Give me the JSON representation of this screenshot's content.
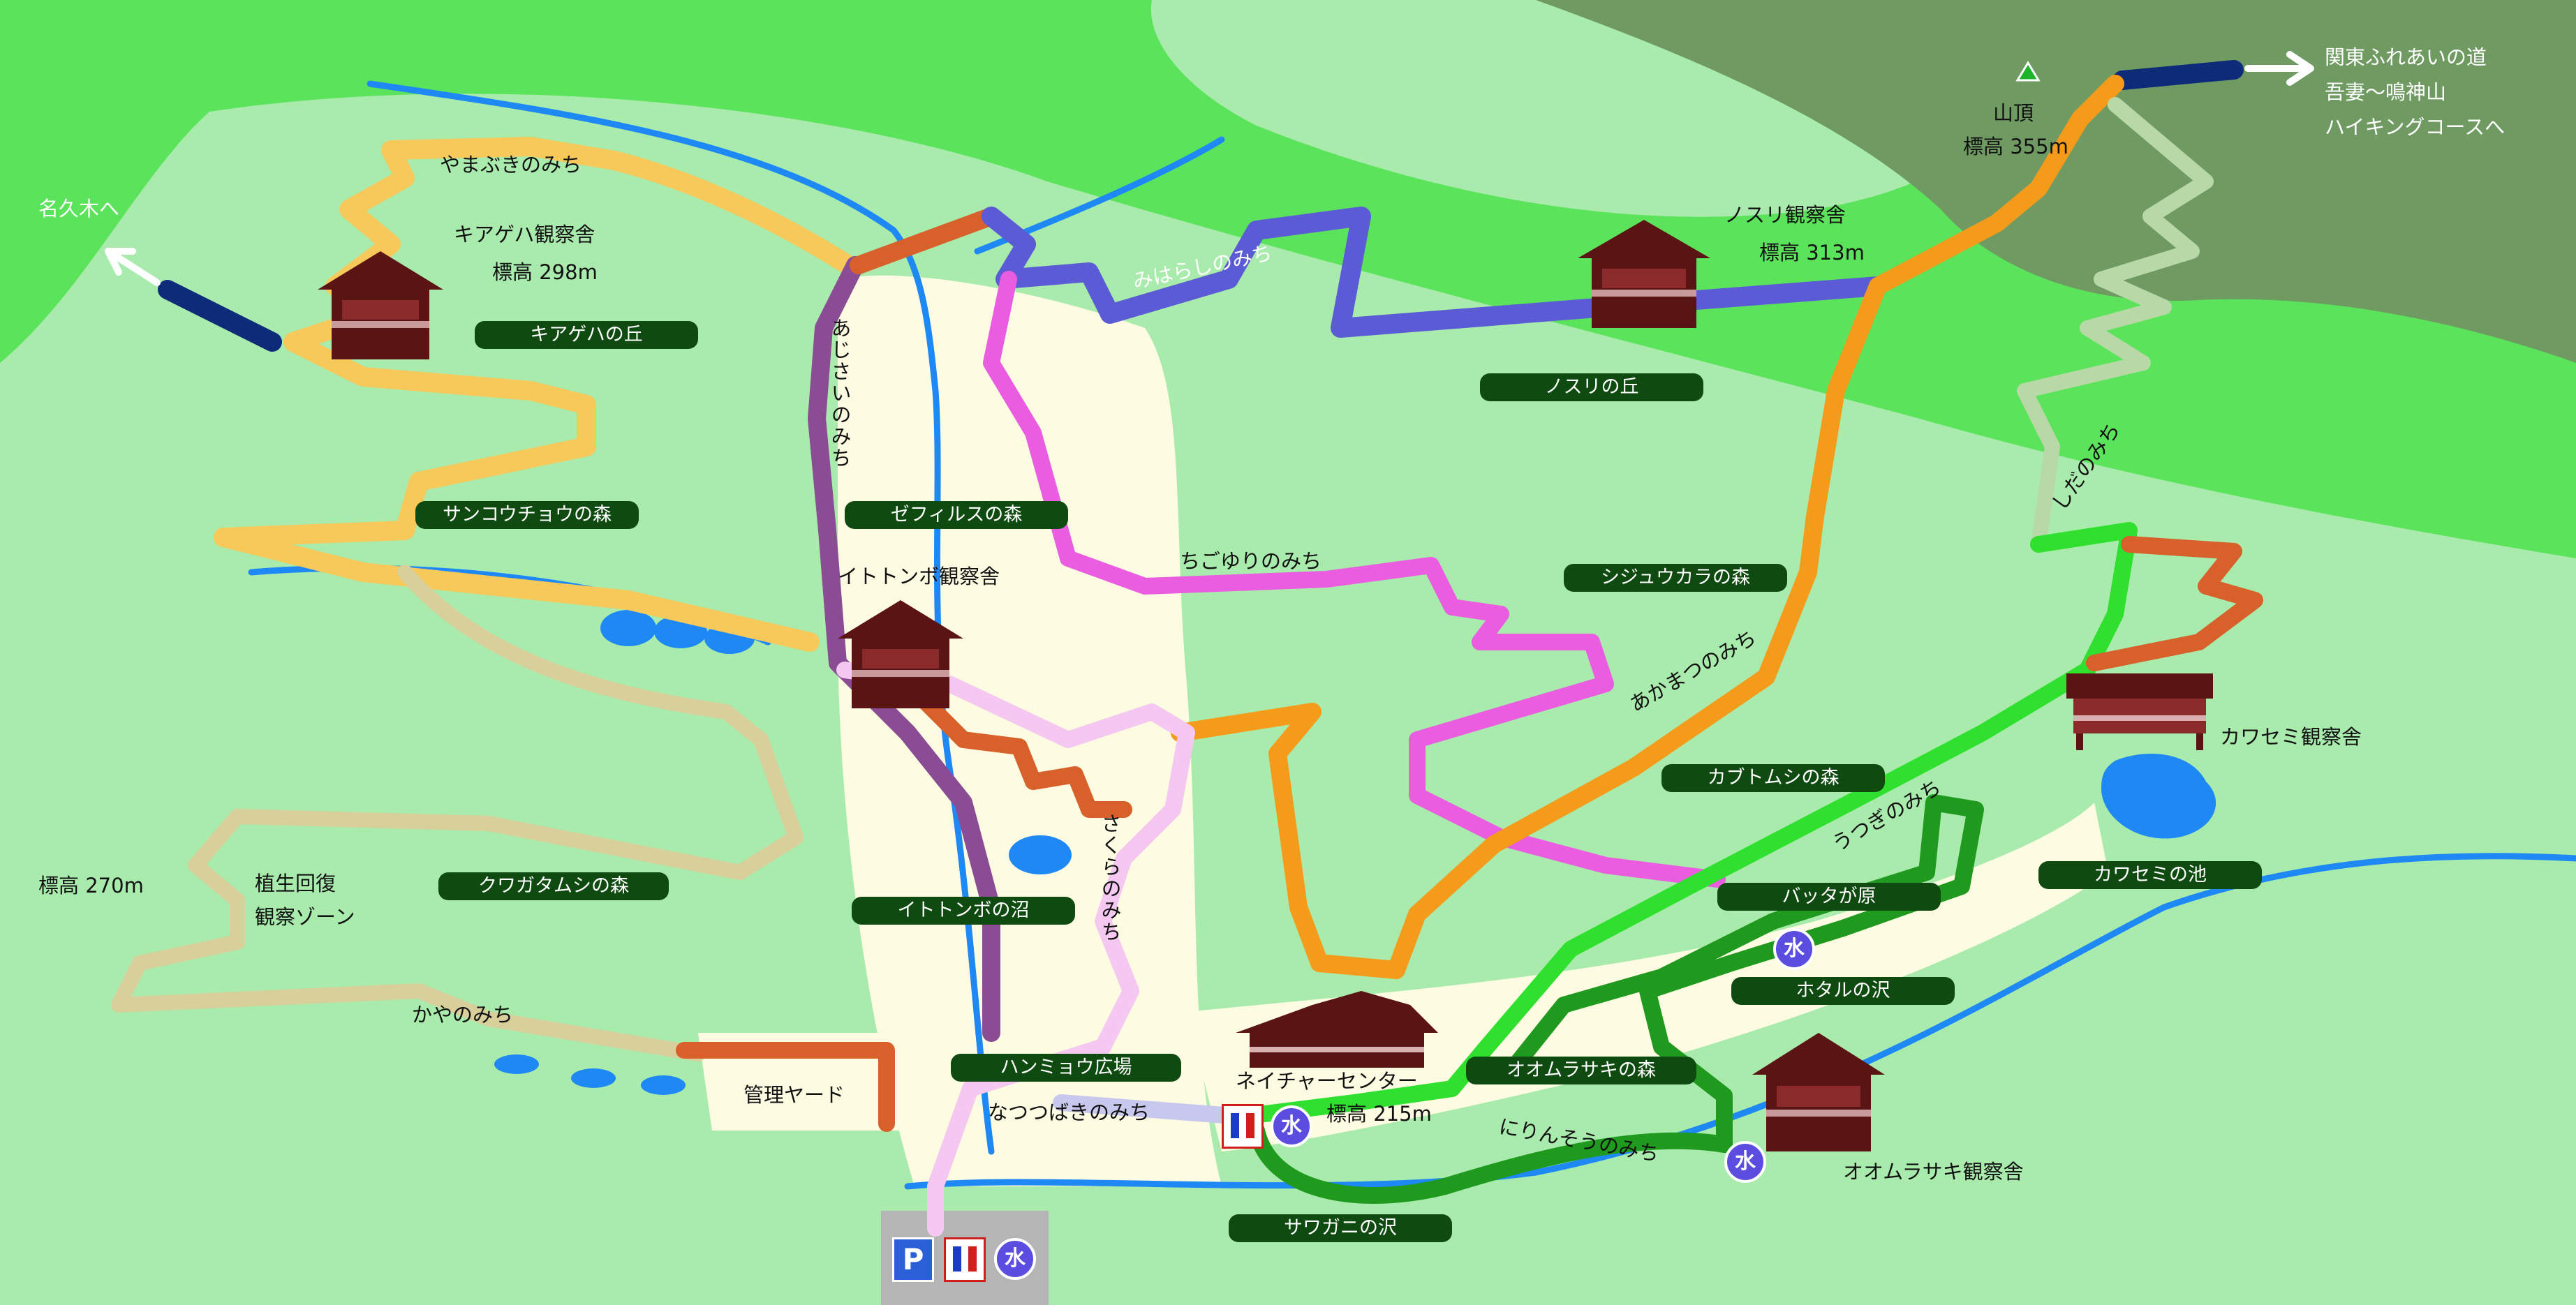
{
  "map": {
    "summits": [
      {
        "name": "山頂",
        "elevation": "標高 355m"
      }
    ],
    "exits": {
      "west": "名久木へ",
      "northeast": [
        "関東ふれあいの道",
        "吾妻〜鳴神山",
        "ハイキングコースへ"
      ]
    },
    "observatories": [
      {
        "name": "キアゲハ観察舎",
        "elevation": "標高 298m"
      },
      {
        "name": "ノスリ観察舎",
        "elevation": "標高 313m"
      },
      {
        "name": "イトトンボ観察舎"
      },
      {
        "name": "カワセミ観察舎"
      },
      {
        "name": "オオムラサキ観察舎"
      }
    ],
    "nature_center": {
      "name": "ネイチャーセンター",
      "elevation": "標高 215m"
    },
    "trails": [
      {
        "name": "やまぶきのみち",
        "color": "#f7c85a"
      },
      {
        "name": "みはらしのみち",
        "color": "#5b5bd6"
      },
      {
        "name": "あじさいのみち",
        "color": "#8a4d93"
      },
      {
        "name": "ちごゆりのみち",
        "color": "#ea5ce0"
      },
      {
        "name": "あかまつのみち",
        "color": "#f59b1c"
      },
      {
        "name": "しだのみち",
        "color": "#b8d8a8"
      },
      {
        "name": "うつぎのみち",
        "color": "#2fe02f"
      },
      {
        "name": "さくらのみち",
        "color": "#f4c8f0"
      },
      {
        "name": "かやのみち",
        "color": "#d8cf9a"
      },
      {
        "name": "なつつばきのみち",
        "color": "#c8c8ee"
      },
      {
        "name": "にりんそうのみち",
        "color": "#1f9a1f"
      }
    ],
    "zones": [
      "キアゲハの丘",
      "ノスリの丘",
      "ゼフィルスの森",
      "サンコウチョウの森",
      "シジュウカラの森",
      "カブトムシの森",
      "クワガタムシの森",
      "イトトンボの沼",
      "カワセミの池",
      "バッタが原",
      "ホタルの沢",
      "ハンミョウ広場",
      "オオムラサキの森",
      "サワガニの沢"
    ],
    "other_labels": {
      "elevation_west": "標高 270m",
      "restoration_zone": [
        "植生回復",
        "観察ゾーン"
      ],
      "yard": "管理ヤード"
    },
    "facility_icons": {
      "parking": "P",
      "water": "水",
      "toilet": "toilet-icon"
    }
  }
}
